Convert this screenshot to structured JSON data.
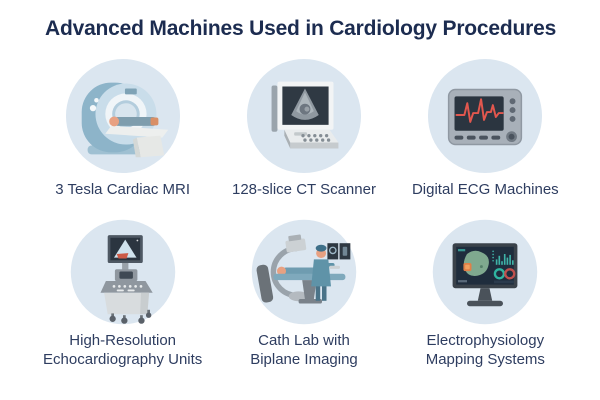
{
  "title": "Advanced Machines Used in Cardiology Procedures",
  "palette": {
    "background": "#ffffff",
    "circle_bg": "#dbe6f0",
    "title_text": "#1c2c50",
    "label_text": "#2e3d60",
    "ecg_trace_red": "#e2574e",
    "scrub_teal": "#5f93a8",
    "machine_gray": "#a8b0b9",
    "screen_dark": "#2b3540",
    "map_green": "#7fa98f",
    "marker_orange": "#e08048",
    "ring_teal": "#2fb5a0",
    "ring_red": "#c0504d"
  },
  "items": [
    {
      "icon": "mri-icon",
      "label": "3 Tesla Cardiac MRI",
      "label_lines": [
        "3 Tesla Cardiac MRI"
      ]
    },
    {
      "icon": "ct-scanner-icon",
      "label": "128-slice CT Scanner",
      "label_lines": [
        "128-slice CT Scanner"
      ]
    },
    {
      "icon": "ecg-monitor-icon",
      "label": "Digital ECG Machines",
      "label_lines": [
        "Digital ECG Machines"
      ]
    },
    {
      "icon": "echocardiography-cart-icon",
      "label": "High-Resolution Echocardiography Units",
      "label_lines": [
        "High-Resolution",
        "Echocardiography Units"
      ]
    },
    {
      "icon": "cath-lab-icon",
      "label": "Cath Lab with Biplane Imaging",
      "label_lines": [
        "Cath Lab with",
        "Biplane Imaging"
      ]
    },
    {
      "icon": "ep-mapping-monitor-icon",
      "label": "Electrophysiology Mapping Systems",
      "label_lines": [
        "Electrophysiology",
        "Mapping Systems"
      ]
    }
  ]
}
